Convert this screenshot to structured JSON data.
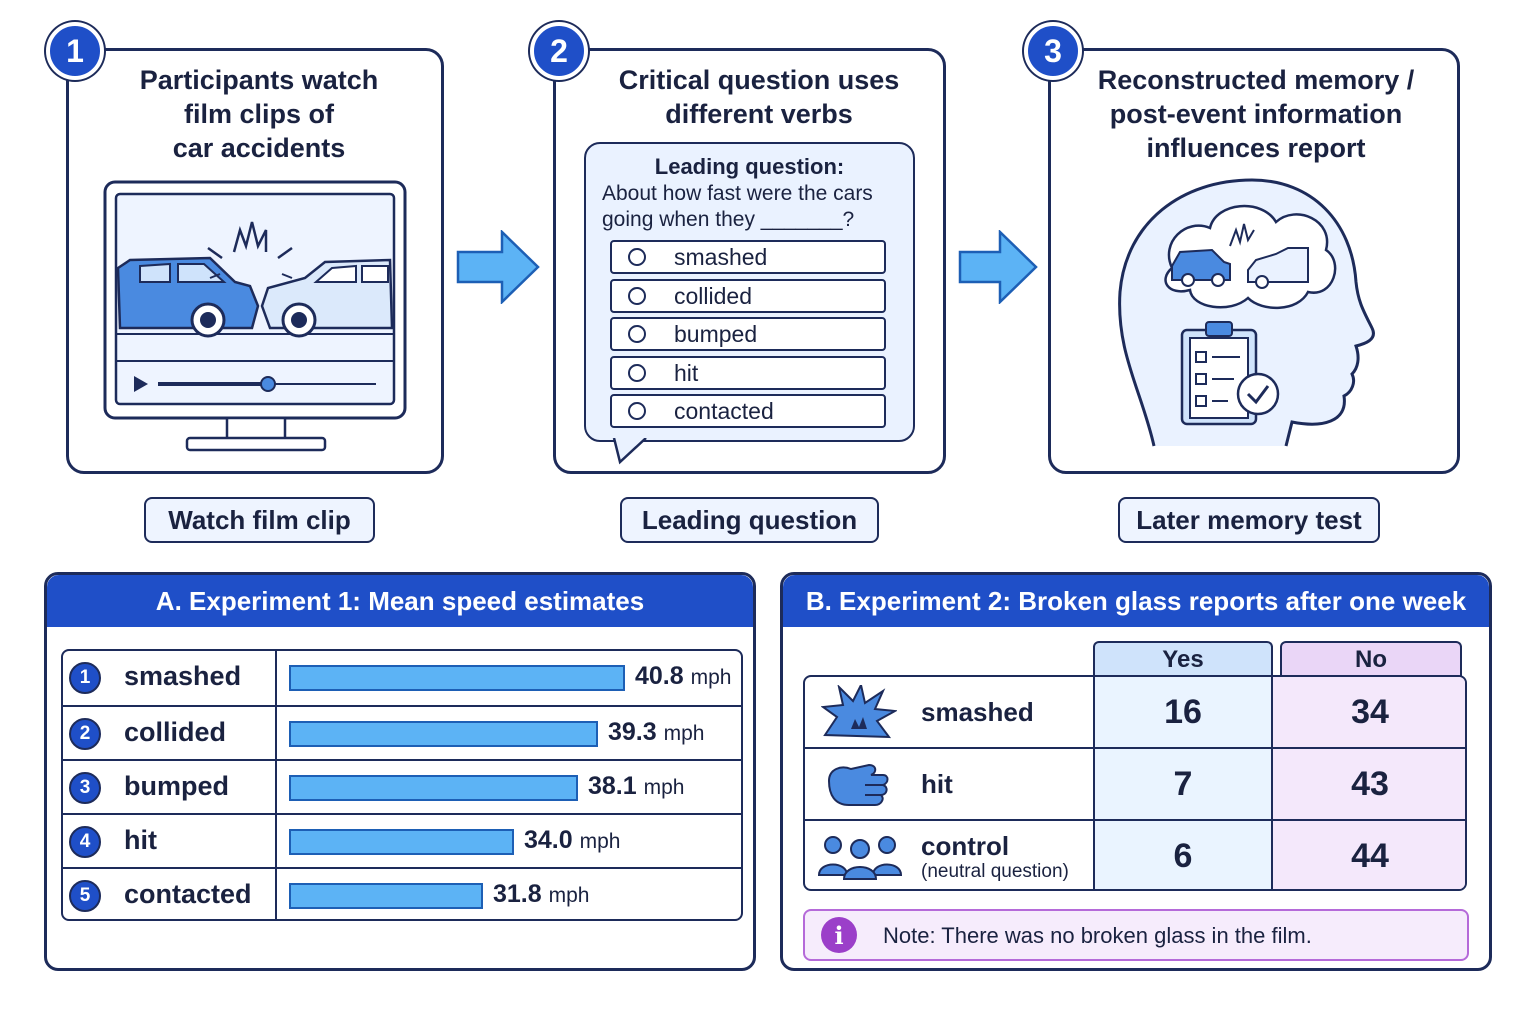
{
  "steps": [
    {
      "number": "1",
      "title_lines": [
        "Participants watch",
        "film clips of",
        "car accidents"
      ],
      "label": "Watch film clip"
    },
    {
      "number": "2",
      "title_lines": [
        "Critical question uses",
        "different verbs"
      ],
      "label": "Leading question"
    },
    {
      "number": "3",
      "title_lines": [
        "Reconstructed memory /",
        "post-event information",
        "influences report"
      ],
      "label": "Later memory test"
    }
  ],
  "question": {
    "heading": "Leading question:",
    "text_line1": "About how fast were the cars",
    "text_line2": "going when they _______?",
    "options": [
      "smashed",
      "collided",
      "bumped",
      "hit",
      "contacted"
    ]
  },
  "panel_a": {
    "title": "A. Experiment 1: Mean speed estimates",
    "unit": "mph"
  },
  "panel_b": {
    "title": "B. Experiment 2: Broken glass reports after one week",
    "col_yes": "Yes",
    "col_no": "No",
    "rows": [
      {
        "verb": "smashed",
        "sub": "",
        "icon": "burst-icon",
        "yes": "16",
        "no": "34"
      },
      {
        "verb": "hit",
        "sub": "",
        "icon": "fist-icon",
        "yes": "7",
        "no": "43"
      },
      {
        "verb": "control",
        "sub": "(neutral question)",
        "icon": "people-icon",
        "yes": "6",
        "no": "44"
      }
    ],
    "note": "Note: There was no broken glass in the film."
  },
  "colors": {
    "accent": "#1f4fc8",
    "bar": "#5cb3f5",
    "yes_bg": "#eaf4ff",
    "no_bg": "#f4e8fb",
    "note": "#9b3fc9"
  },
  "chart_data": {
    "type": "bar",
    "orientation": "horizontal",
    "title": "A. Experiment 1: Mean speed estimates",
    "categories": [
      "smashed",
      "collided",
      "bumped",
      "hit",
      "contacted"
    ],
    "values": [
      40.8,
      39.3,
      38.1,
      34.0,
      31.8
    ],
    "value_labels": [
      "40.8",
      "39.3",
      "38.1",
      "34.0",
      "31.8"
    ],
    "unit": "mph"
  }
}
